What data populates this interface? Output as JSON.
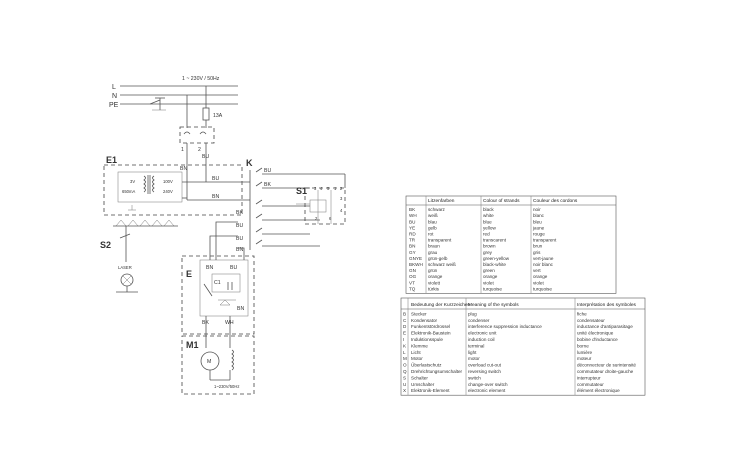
{
  "diagram": {
    "supply": {
      "voltage": "1 ~ 230V / 50Hz",
      "lines": [
        "L",
        "N",
        "PE"
      ],
      "fuse": "13A"
    },
    "blocks": {
      "e1": "E1",
      "k": "K",
      "s1": "S1",
      "s2": "S2",
      "e": "E",
      "m1": "M1",
      "laser": "LASER",
      "c1": "C1",
      "motor_rating": "1~230V/50Hz"
    },
    "transformer": {
      "in_labels": [
        "100V",
        "240V"
      ],
      "out_labels": [
        "3V",
        "650mA"
      ]
    },
    "wire_labels": {
      "bn1": "BN",
      "bu1": "BU",
      "bu2": "BU",
      "bn2": "BN",
      "bu3": "BU",
      "bk1": "BK",
      "bk2": "BK",
      "bu4": "BU",
      "bu5": "BU",
      "bn3": "BN",
      "bu6": "BU",
      "bn4": "BN",
      "wh": "WH",
      "bk3": "BK",
      "bn5": "BN"
    },
    "switch_numbers": [
      "3",
      "4",
      "5",
      "1",
      "2",
      "3",
      "4",
      "2",
      "6"
    ]
  },
  "color_table": {
    "headers": [
      "Litzenfarben",
      "Colour of strands",
      "Couleur des cordons"
    ],
    "rows": [
      [
        "BK",
        "schwarz",
        "black",
        "noir"
      ],
      [
        "WH",
        "weiß",
        "white",
        "blanc"
      ],
      [
        "BU",
        "blau",
        "blue",
        "bleu"
      ],
      [
        "YE",
        "gelb",
        "yellow",
        "jaune"
      ],
      [
        "RD",
        "rot",
        "red",
        "rouge"
      ],
      [
        "TR",
        "transparent",
        "transcarent",
        "transparent"
      ],
      [
        "BN",
        "braun",
        "brown",
        "brun"
      ],
      [
        "GY",
        "grau",
        "grey",
        "gris"
      ],
      [
        "GNYE",
        "grün-gelb",
        "green-yellow",
        "vert-jaune"
      ],
      [
        "BKWH",
        "schwarz weiß",
        "black-white",
        "noir blanc"
      ],
      [
        "GN",
        "grün",
        "green",
        "vert"
      ],
      [
        "OG",
        "orange",
        "orange",
        "orange"
      ],
      [
        "VT",
        "violett",
        "violet",
        "violet"
      ],
      [
        "TQ",
        "türkis",
        "turquoise",
        "turquoise"
      ]
    ]
  },
  "symbol_table": {
    "headers": [
      "Bedeutung der Kurzzeichen",
      "Meaning of the symbols",
      "Interprétation des symboles"
    ],
    "rows": [
      [
        "B",
        "Stecker",
        "plug",
        "fiche"
      ],
      [
        "C",
        "Kondensator",
        "condenser",
        "condensateur"
      ],
      [
        "D",
        "Funkentstördrossel",
        "interference suppression inductance",
        "inductance d'antiparasitage"
      ],
      [
        "E",
        "Elektronik-Baustein",
        "electronic unit",
        "unité électronique"
      ],
      [
        "I",
        "Induktionsspule",
        "induction coil",
        "bobine d'inductance"
      ],
      [
        "K",
        "Klemme",
        "terminal",
        "borne"
      ],
      [
        "L",
        "Licht",
        "light",
        "lumière"
      ],
      [
        "M",
        "Motor",
        "motor",
        "moteur"
      ],
      [
        "O",
        "Überlastschutz",
        "overload cut-out",
        "déconnecteur de surintensité"
      ],
      [
        "Q",
        "Drehrichtungsumschalter",
        "reversing switch",
        "commutateur droite-gauche"
      ],
      [
        "S",
        "Schalter",
        "switch",
        "interrupteur"
      ],
      [
        "U",
        "Umschalter",
        "change-over switch",
        "commutateur"
      ],
      [
        "X",
        "Elektronik-Element",
        "electronic element",
        "élément électronique"
      ]
    ]
  }
}
